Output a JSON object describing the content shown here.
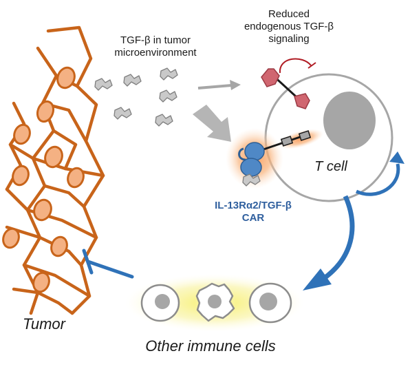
{
  "labels": {
    "tgf_line1": "TGF-β in tumor",
    "tgf_line2": "microenvironment",
    "reduced_line1": "Reduced",
    "reduced_line2": "endogenous TGF-β",
    "reduced_line3": "signaling",
    "t_cell": "T cell",
    "car_line1": "IL-13Rα2/TGF-β",
    "car_line2": "CAR",
    "tumor": "Tumor",
    "immune": "Other immune cells"
  },
  "colors": {
    "tumor": "#c8641a",
    "tumor_nucleus": "#f4b183",
    "tgf_ligand": "#c9c9c9",
    "car_receptor": "#4f88c6",
    "car_glow": "#f8b27a",
    "endogenous_receptor": "#d06670",
    "inhibition_arrow": "#b01c24",
    "activation_arrow": "#2f72b8",
    "immune_glow": "#f7ef7a",
    "t_nucleus": "#a6a6a6"
  },
  "icons": [
    "tumor-cells",
    "tgf-ligand",
    "car-receptor",
    "endogenous-tgf-receptor",
    "t-cell",
    "immune-cell",
    "inhibition-arrow",
    "activation-arrow"
  ]
}
